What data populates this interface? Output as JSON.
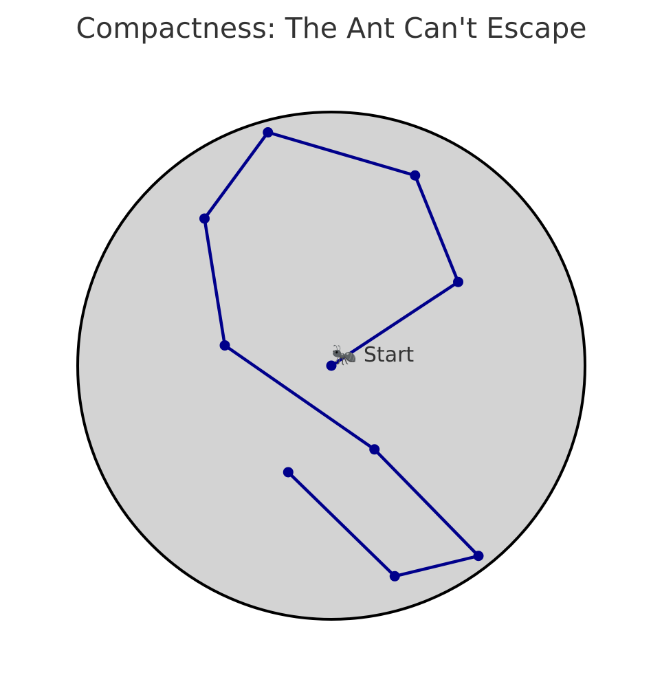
{
  "chart_data": {
    "type": "line",
    "title": "Compactness: The Ant Can't Escape",
    "xlabel": "",
    "ylabel": "",
    "axes_visible": false,
    "grid": false,
    "xlim": [
      -1.2,
      1.2
    ],
    "ylim": [
      -1.2,
      1.2
    ],
    "region": {
      "shape": "circle",
      "center": [
        0,
        0
      ],
      "radius": 1.0,
      "fill": "#d3d3d3",
      "edge_color": "#000000"
    },
    "path": {
      "color": "#00008b",
      "marker": "circle",
      "x": [
        0.0,
        0.5,
        0.33,
        -0.25,
        -0.5,
        -0.42,
        0.17,
        0.58,
        0.25,
        -0.17
      ],
      "y": [
        0.0,
        0.33,
        0.75,
        0.92,
        0.58,
        0.08,
        -0.33,
        -0.75,
        -0.83,
        -0.42
      ]
    },
    "annotations": [
      {
        "text": "🐜 Start",
        "x": 0.0,
        "y": 0.0
      }
    ]
  }
}
